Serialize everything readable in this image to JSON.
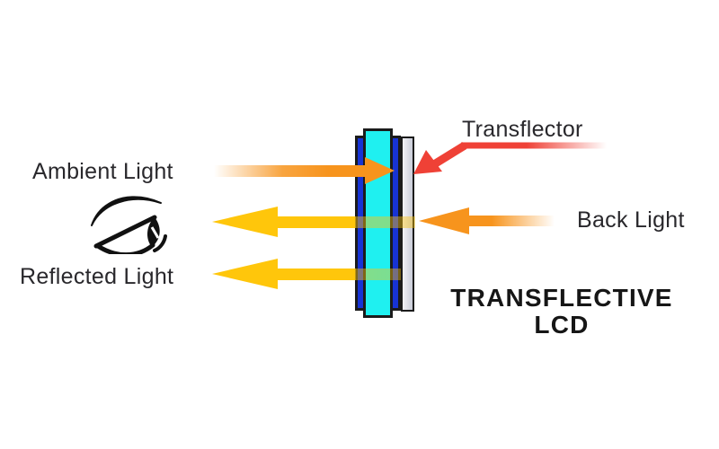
{
  "title": {
    "line1": "TRANSFLECTIVE",
    "line2": "LCD"
  },
  "labels": {
    "ambient_light": "Ambient Light",
    "reflected_light": "Reflected Light",
    "back_light": "Back Light",
    "transflector": "Transflector"
  },
  "colors": {
    "background": "#ffffff",
    "text": "#29282c",
    "orange": "#F7941D",
    "yellow": "#FFC60B",
    "red": "#EF4136",
    "cyan": "#1FF0F0",
    "blue": "#1733D4",
    "transflector_gray": "#D5D7E2",
    "outline": "#1b1b1b"
  },
  "diagram": {
    "type": "diagram",
    "subject": "transflective LCD light paths",
    "panel_layers": [
      "lcd-glass-front",
      "lcd-cell",
      "lcd-glass-rear",
      "transflector"
    ],
    "arrows": [
      {
        "name": "ambient-light-arrow",
        "color_key": "orange",
        "direction": "right",
        "meaning": "ambient light entering front of LCD"
      },
      {
        "name": "backlight-through-arrow",
        "color_key": "yellow",
        "direction": "left",
        "meaning": "back light transmitted through panel toward viewer"
      },
      {
        "name": "reflected-light-arrow",
        "color_key": "yellow",
        "direction": "left",
        "meaning": "ambient light reflected off transflector toward viewer"
      },
      {
        "name": "back-light-arrow",
        "color_key": "orange",
        "direction": "left",
        "meaning": "back light entering rear of LCD"
      },
      {
        "name": "transflector-pointer",
        "color_key": "red",
        "direction": "down-left",
        "meaning": "callout pointing to transflector layer"
      }
    ]
  }
}
